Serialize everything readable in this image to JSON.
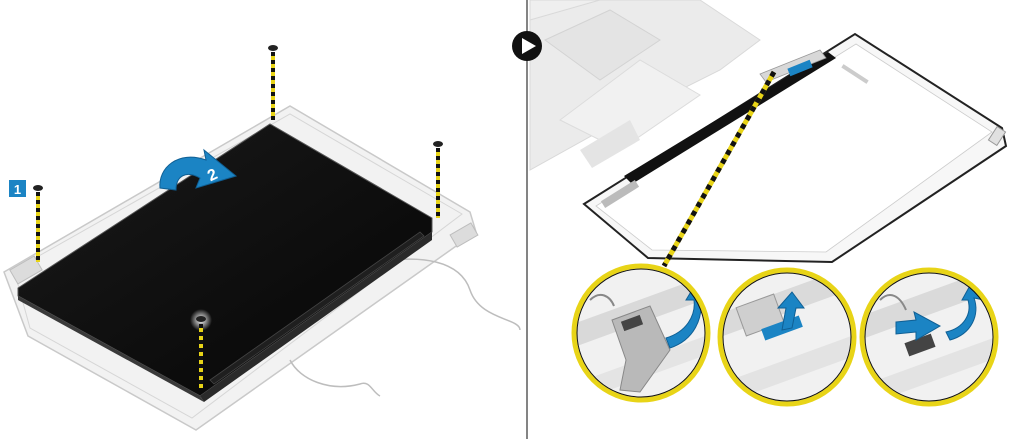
{
  "step_badge": {
    "label": "1",
    "color": "#1b84c4"
  },
  "rotate_arrow": {
    "label": "2",
    "color": "#1b84c4"
  },
  "colors": {
    "accent_blue": "#1b84c4",
    "callout_yellow": "#e8d417",
    "screw_line_yellow": "#e8d417",
    "panel_black": "#0e0e0e",
    "divider": "#333333"
  },
  "icons": {
    "next_step": "play-circle-icon",
    "screw": "screw-icon",
    "rotate": "curved-arrow-icon",
    "lift": "curved-arrow-icon"
  },
  "screws": [
    "top-left-screw",
    "top-right-screw",
    "bottom-left-screw",
    "bottom-right-screw"
  ],
  "callouts": [
    "cable-tape-callout",
    "connector-latch-callout",
    "connector-disconnect-callout"
  ]
}
